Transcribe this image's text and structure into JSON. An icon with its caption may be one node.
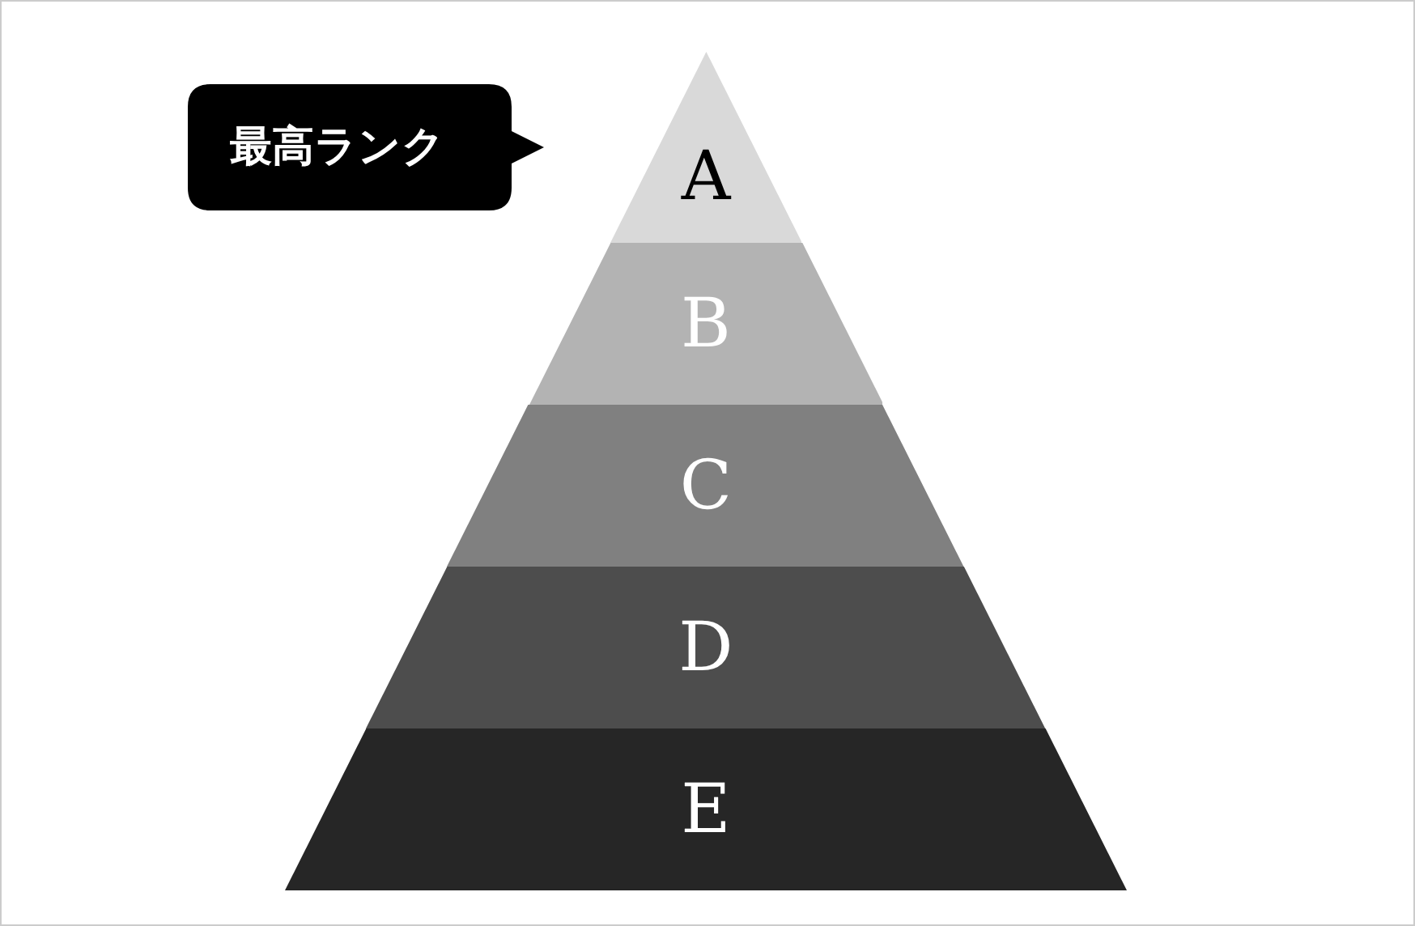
{
  "diagram": {
    "nodes": [
      {
        "text": [
          "最高ランク"
        ]
      },
      {
        "text": [
          "A"
        ]
      },
      {
        "text": [
          "B"
        ]
      },
      {
        "text": [
          "C"
        ]
      },
      {
        "text": [
          "D"
        ]
      },
      {
        "text": [
          "E"
        ]
      }
    ]
  }
}
